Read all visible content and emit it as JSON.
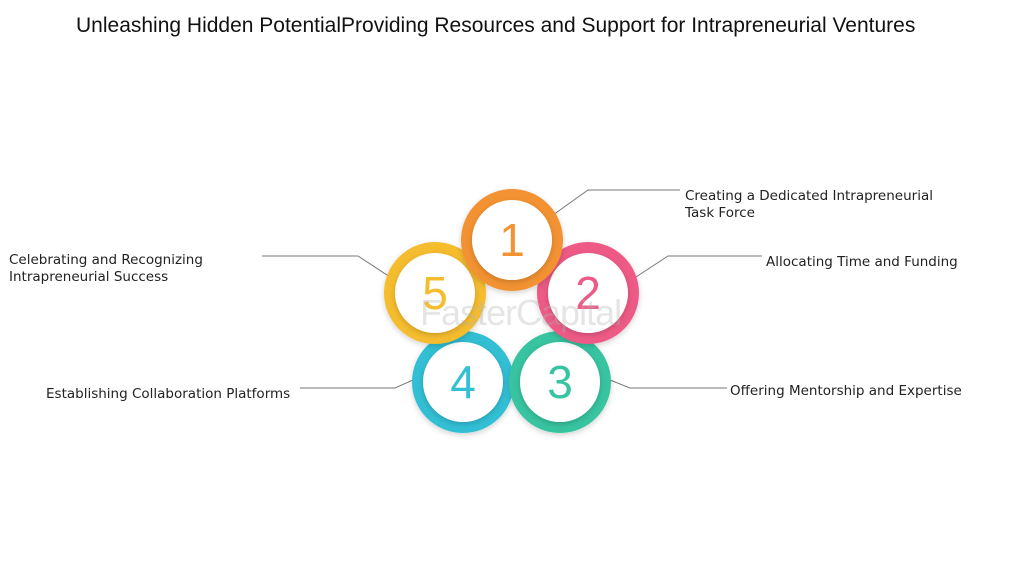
{
  "title": "Unleashing Hidden PotentialProviding Resources and Support for Intrapreneurial Ventures",
  "watermark": "FasterCapital",
  "steps": [
    {
      "number": "1",
      "label": "Creating a Dedicated Intrapreneurial Task Force",
      "color": "#F39232"
    },
    {
      "number": "2",
      "label": "Allocating Time and Funding",
      "color": "#EE5A86"
    },
    {
      "number": "3",
      "label": "Offering Mentorship and Expertise",
      "color": "#37C4A0"
    },
    {
      "number": "4",
      "label": "Establishing Collaboration Platforms",
      "color": "#33BFD4"
    },
    {
      "number": "5",
      "label": "Celebrating and Recognizing Intrapreneurial Success",
      "color": "#F5BC2E"
    }
  ]
}
